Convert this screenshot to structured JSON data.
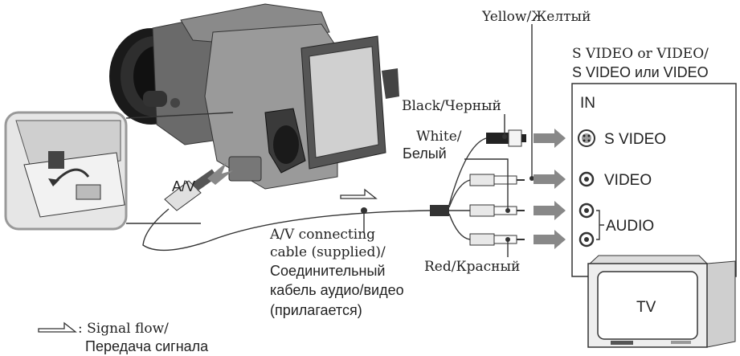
{
  "labels": {
    "yellow": "Yellow/Желтый",
    "black": "Black/Черный",
    "white_1": "White/",
    "white_2": "Белый",
    "red": "Red/Красный",
    "av": "A/V",
    "s_video_or_video_en": "S VIDEO or VIDEO/",
    "s_video_or_video_ru": "S VIDEO или VIDEO",
    "in": "IN",
    "s_video": "S VIDEO",
    "video": "VIDEO",
    "audio": "AUDIO",
    "tv": "TV"
  },
  "cable_caption": {
    "line1": "A/V connecting",
    "line2": "cable (supplied)/",
    "line3": "Соединительный",
    "line4": "кабель аудио/видео",
    "line5": "(прилагается)"
  },
  "legend": {
    "signal_flow_en": ": Signal flow/",
    "signal_flow_ru": "Передача сигнала"
  },
  "icons": {
    "camcorder": "camcorder-illustration",
    "tv": "tv-set-illustration",
    "arrow": "signal-arrow-icon"
  }
}
